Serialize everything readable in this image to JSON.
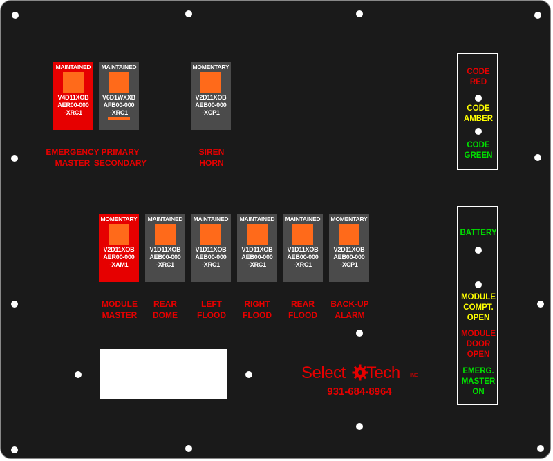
{
  "switches": [
    {
      "id": "emergency-master",
      "type": "MAINTAINED",
      "code": [
        "V4D11XOB",
        "AER00-000",
        "-XRC1"
      ],
      "color": "red",
      "label": [
        "EMERGENCY",
        "MASTER"
      ]
    },
    {
      "id": "primary-secondary",
      "type": "MAINTAINED",
      "code": [
        "V6D1WXXB",
        "AFB00-000",
        "-XRC1"
      ],
      "color": "gray",
      "label": [
        "PRIMARY",
        "SECONDARY"
      ]
    },
    {
      "id": "siren-horn",
      "type": "MOMENTARY",
      "code": [
        "V2D11XOB",
        "AEB00-000",
        "-XCP1"
      ],
      "color": "gray",
      "label": [
        "SIREN",
        "HORN"
      ]
    },
    {
      "id": "module-master",
      "type": "MOMENTARY",
      "code": [
        "V2D11XOB",
        "AER00-000",
        "-XAM1"
      ],
      "color": "red",
      "label": [
        "MODULE",
        "MASTER"
      ]
    },
    {
      "id": "rear-dome",
      "type": "MAINTAINED",
      "code": [
        "V1D11XOB",
        "AEB00-000",
        "-XRC1"
      ],
      "color": "gray",
      "label": [
        "REAR",
        "DOME"
      ]
    },
    {
      "id": "left-flood",
      "type": "MAINTAINED",
      "code": [
        "V1D11XOB",
        "AEB00-000",
        "-XRC1"
      ],
      "color": "gray",
      "label": [
        "LEFT",
        "FLOOD"
      ]
    },
    {
      "id": "right-flood",
      "type": "MAINTAINED",
      "code": [
        "V1D11XOB",
        "AEB00-000",
        "-XRC1"
      ],
      "color": "gray",
      "label": [
        "RIGHT",
        "FLOOD"
      ]
    },
    {
      "id": "rear-flood",
      "type": "MAINTAINED",
      "code": [
        "V1D11XOB",
        "AEB00-000",
        "-XRC1"
      ],
      "color": "gray",
      "label": [
        "REAR",
        "FLOOD"
      ]
    },
    {
      "id": "back-up-alarm",
      "type": "MOMENTARY",
      "code": [
        "V2D11XOB",
        "AEB00-000",
        "-XCP1"
      ],
      "color": "gray",
      "label": [
        "BACK-UP",
        "ALARM"
      ]
    }
  ],
  "code_indicators": [
    {
      "id": "code-red",
      "lines": [
        "CODE",
        "RED"
      ],
      "color": "#e60000"
    },
    {
      "id": "code-amber",
      "lines": [
        "CODE",
        "AMBER"
      ],
      "color": "#ffff00"
    },
    {
      "id": "code-green",
      "lines": [
        "CODE",
        "GREEN"
      ],
      "color": "#00e000"
    }
  ],
  "status_indicators": [
    {
      "id": "battery",
      "lines": [
        "BATTERY"
      ],
      "color": "#00e000"
    },
    {
      "id": "module-compt-open",
      "lines": [
        "MODULE",
        "COMPT.",
        "OPEN"
      ],
      "color": "#ffff00"
    },
    {
      "id": "module-door-open",
      "lines": [
        "MODULE",
        "DOOR",
        "OPEN"
      ],
      "color": "#e60000"
    },
    {
      "id": "emerg-master-on",
      "lines": [
        "EMERG.",
        "MASTER",
        "ON"
      ],
      "color": "#00e000"
    }
  ],
  "brand": {
    "part_a": "Select",
    "part_b": "Tech",
    "suffix": "INC",
    "phone": "931-684-8964"
  },
  "colors": {
    "panel": "#1a1a1a",
    "switch_red": "#e60000",
    "switch_gray": "#4b4b4b",
    "lens": "#ff6a1a",
    "label_red": "#e60000"
  }
}
